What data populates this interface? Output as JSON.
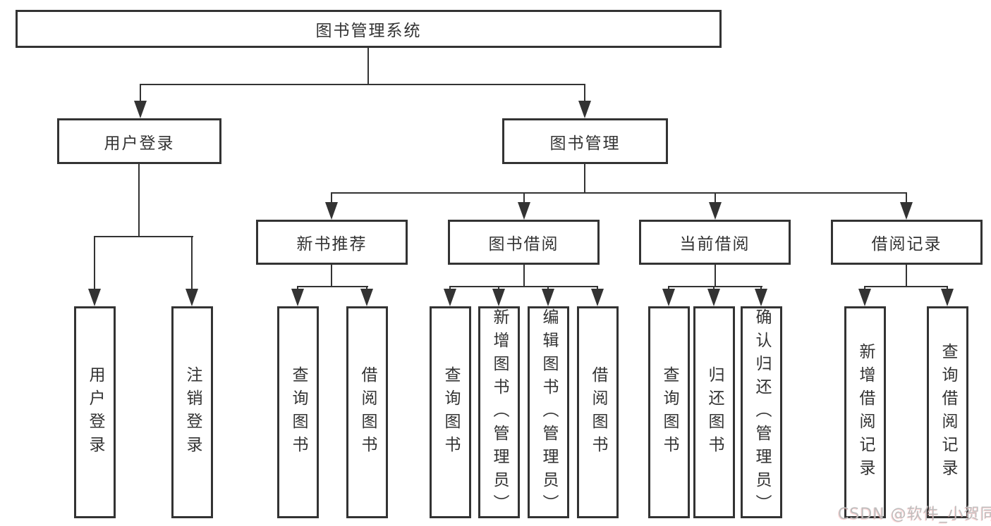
{
  "tree": {
    "root": {
      "label": "图书管理系统"
    },
    "branches": [
      {
        "label": "用户登录",
        "children": [
          "用户登录",
          "注销登录"
        ]
      },
      {
        "label": "图书管理",
        "groups": [
          {
            "label": "新书推荐",
            "children": [
              "查询图书",
              "借阅图书"
            ]
          },
          {
            "label": "图书借阅",
            "children": [
              "查询图书",
              "新增图书（管理员）",
              "编辑图书（管理员）",
              "借阅图书"
            ]
          },
          {
            "label": "当前借阅",
            "children": [
              "查询图书",
              "归还图书",
              "确认归还（管理员）"
            ]
          },
          {
            "label": "借阅记录",
            "children": [
              "新增借阅记录",
              "查询借阅记录"
            ]
          }
        ]
      }
    ]
  },
  "watermark": {
    "text": "CSDN @软件_小贺同学"
  },
  "colors": {
    "line": "#333333",
    "text": "#333333",
    "box_background": "#ffffff",
    "page_background": "#ffffff",
    "watermark": "#bcbcbc"
  }
}
